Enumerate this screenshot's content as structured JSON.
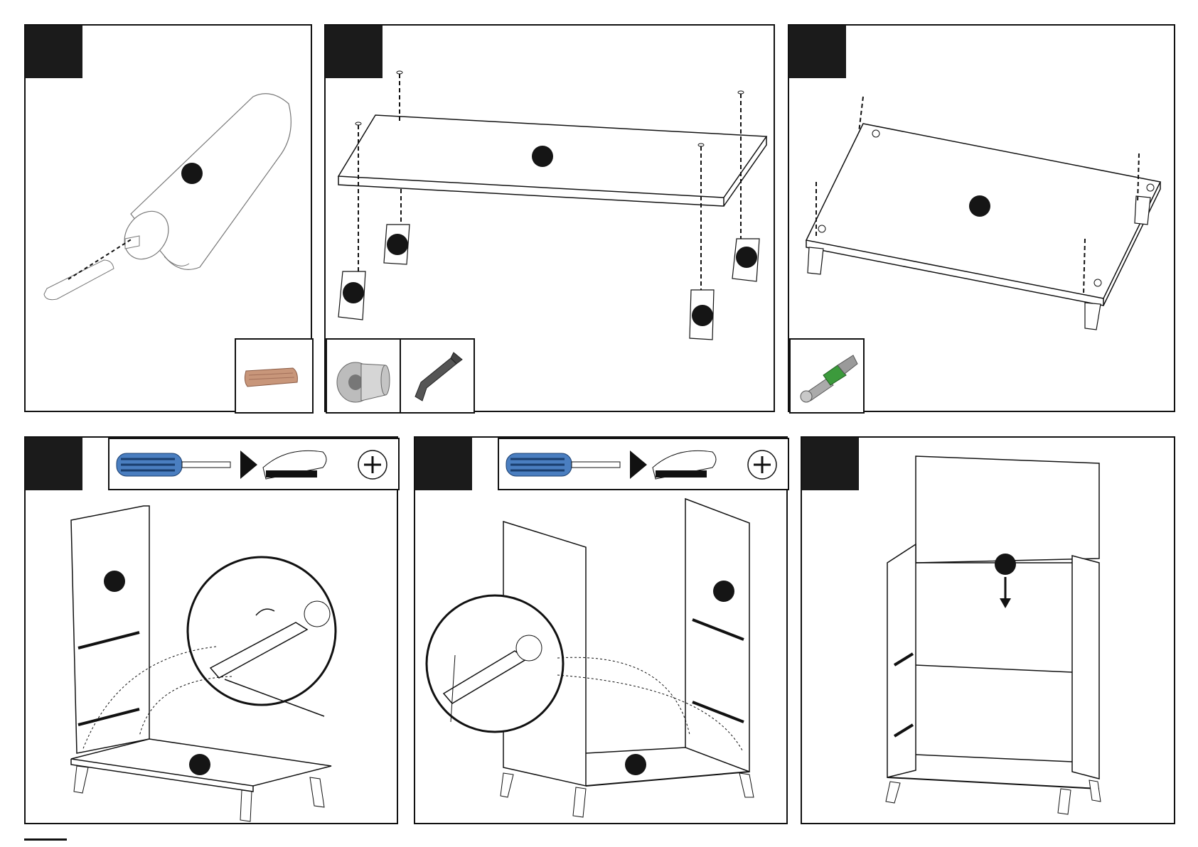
{
  "sheet": {
    "panels": [
      {
        "id": "step-1",
        "tab": "",
        "part_label": ""
      },
      {
        "id": "step-2",
        "tab": "",
        "part_label": ""
      },
      {
        "id": "step-3",
        "tab": "",
        "part_label": ""
      },
      {
        "id": "step-4",
        "tab": "",
        "part_label": ""
      },
      {
        "id": "step-5",
        "tab": "",
        "part_label": ""
      },
      {
        "id": "step-6",
        "tab": "",
        "part_label": ""
      }
    ]
  },
  "icons": {
    "dowel": "wooden-dowel-icon",
    "leg_nut": "leg-connector-nut-icon",
    "allen_key": "allen-key-icon",
    "cam_bolt": "cam-bolt-icon",
    "screwdriver": "screwdriver-icon",
    "hand_tighten": "hand-tighten-icon",
    "rotate": "rotate-clockwise-icon"
  },
  "colors": {
    "tab": "#1b1b1b",
    "screwdriver_handle": "#4a7ec0",
    "cam_bolt_band": "#3c9a3c",
    "dowel": "#c8967a"
  }
}
